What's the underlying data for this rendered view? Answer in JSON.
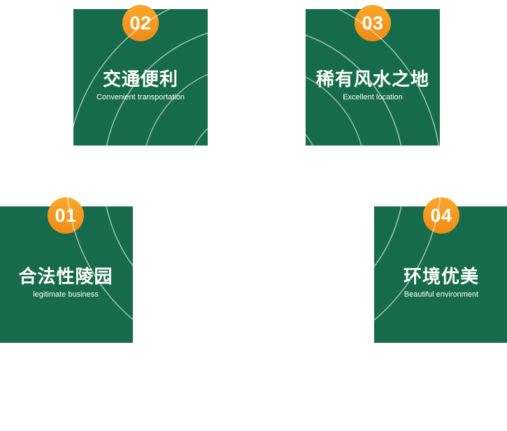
{
  "section": {
    "name": "cemetery-advantages"
  },
  "cards": [
    {
      "number": "01",
      "title": "合法性陵园",
      "subtitle": "legitimate business"
    },
    {
      "number": "02",
      "title": "交通便利",
      "subtitle": "Convenient transportation"
    },
    {
      "number": "03",
      "title": "稀有风水之地",
      "subtitle": "Excellent location"
    },
    {
      "number": "04",
      "title": "环境优美",
      "subtitle": "Beautiful environment"
    }
  ],
  "colors": {
    "card_background": "#176b4d",
    "badge_background": "#f59b21",
    "text": "#ffffff",
    "page_background": "#ffffff"
  }
}
